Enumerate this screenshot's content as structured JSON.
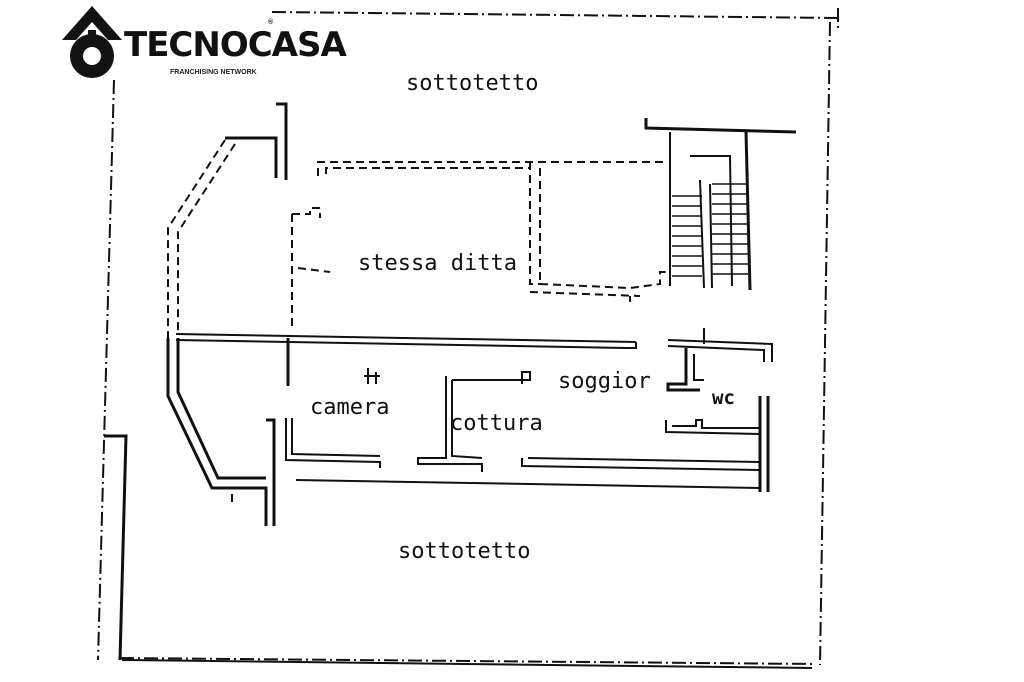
{
  "logo": {
    "brand": "TECNOCASA",
    "tagline": "FRANCHISING NETWORK",
    "registered": "®"
  },
  "rooms": {
    "attic_top": "sottotetto",
    "attic_bottom": "sottotetto",
    "same_company": "stessa ditta",
    "bedroom": "camera",
    "kitchen": "cottura",
    "living": "soggior",
    "bathroom": "wc"
  }
}
